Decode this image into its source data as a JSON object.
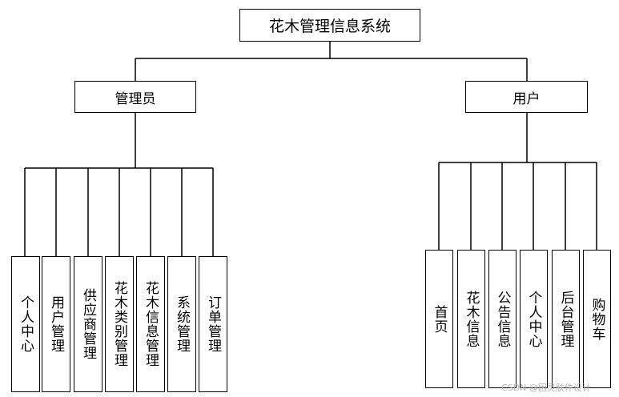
{
  "root": {
    "label": "花木管理信息系统"
  },
  "admin": {
    "label": "管理员",
    "children": [
      "个人中心",
      "用户管理",
      "供应商管理",
      "花木类别管理",
      "花木信息管理",
      "系统管理",
      "订单管理"
    ]
  },
  "user": {
    "label": "用户",
    "children": [
      "首页",
      "花木信息",
      "公告信息",
      "个人中心",
      "后台管理",
      "购物车"
    ]
  },
  "watermark": "CSDN @困灵肤件设计"
}
